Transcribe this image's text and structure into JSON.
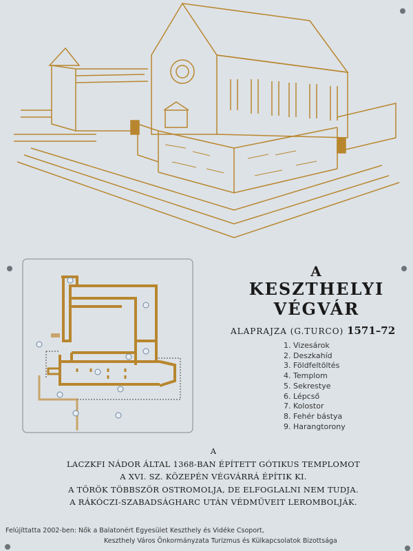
{
  "sign": {
    "title_article": "A",
    "title_line1": "KESZTHELYI",
    "title_line2": "VÉGVÁR",
    "subtitle": "ALAPRAJZA (G.TURCO)",
    "years": "1571–72",
    "legend": [
      "1. Vizesárok",
      "2. Deszkahíd",
      "3. Földfeltöltés",
      "4. Templom",
      "5. Sekrestye",
      "6. Lépcső",
      "7. Kolostor",
      "8. Fehér bástya",
      "9. Harangtorony"
    ],
    "story": [
      "A",
      "LACZKFI NÁDOR ÁLTAL 1368-BAN ÉPÍTETT GÓTIKUS TEMPLOMOT",
      "A XVI. SZ. KÖZEPÉN VÉGVÁRRÁ ÉPÍTIK KI.",
      "A TÖRÖK TÖBBSZÖR OSTROMOLJA, DE ELFOGLALNI NEM TUDJA.",
      "A RÁKÓCZI-SZABADSÁGHARC UTÁN VÉDMŰVEIT LEROMBOLJÁK."
    ],
    "footer_line1": "Felújíttatta 2002-ben: Nők a Balatonért Egyesület Keszthely és Vidéke Csoport,",
    "footer_line2": "Keszthely Város Önkormányzata Turizmus és Külkapcsolatok Bizottsága"
  },
  "colors": {
    "background": "#dde2e6",
    "drawing": "#b8862e"
  }
}
